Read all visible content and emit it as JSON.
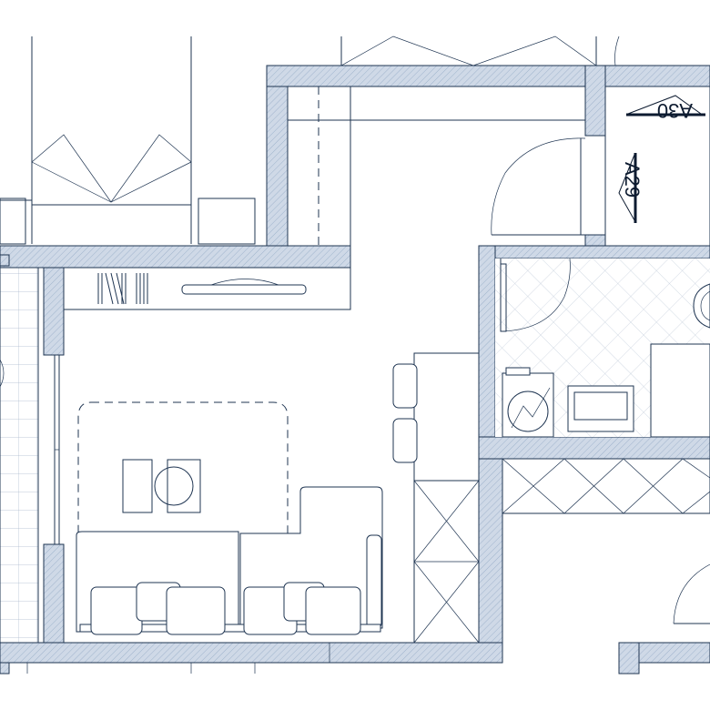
{
  "floor_plan": {
    "markers": [
      {
        "label": "A30",
        "orientation": "inverted"
      },
      {
        "label": "A29",
        "orientation": "rotated-vertical"
      }
    ],
    "colors": {
      "wall_fill": "#cfd9e7",
      "line": "#1f3552",
      "background": "#ffffff"
    }
  }
}
